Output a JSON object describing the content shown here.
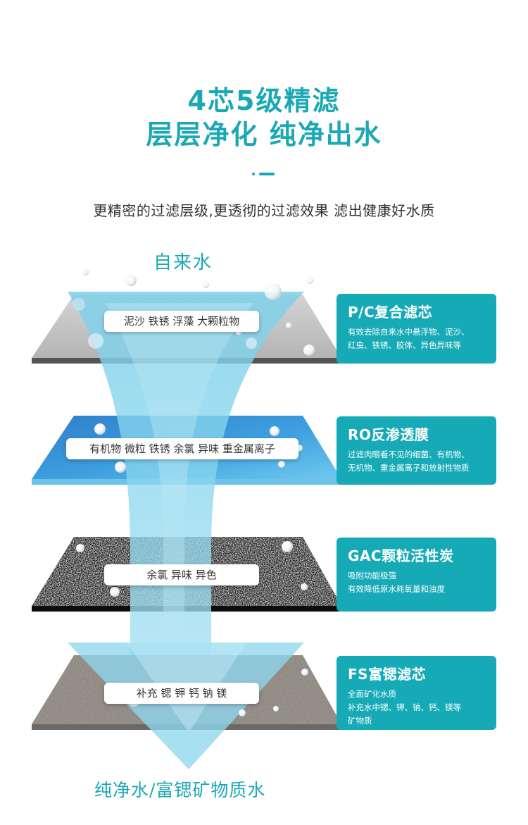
{
  "header": {
    "title_line1": "4芯5级精滤",
    "title_line2": "层层净化 纯净出水",
    "subtitle": "更精密的过滤层级,更透彻的过滤效果  滤出健康好水质"
  },
  "flow": {
    "input_label": "自来水",
    "output_label": "纯净水/富锶矿物质水"
  },
  "layers": [
    {
      "pill": "泥沙  铁锈  浮藻  大颗粒物",
      "card_title": "P/C复合滤芯",
      "card_lines": [
        "有效去除自来水中悬浮物、泥沙、",
        "红虫、铁锈、胶体、异色异味等"
      ]
    },
    {
      "pill": "有机物  微粒  铁锈  余氯  异味  重金属离子",
      "card_title": "RO反渗透膜",
      "card_lines": [
        "过滤肉眼看不见的细菌、有机物、",
        "无机物、重金属离子和放射性物质"
      ]
    },
    {
      "pill": "余氯  异味  异色",
      "card_title": "GAC颗粒活性炭",
      "card_lines": [
        "吸附功能极强",
        "有效降低原水耗氧量和浊度"
      ]
    },
    {
      "pill": "补充 锶 钾 钙 钠 镁",
      "card_title": "FS富锶滤芯",
      "card_lines": [
        "全面矿化水质",
        "补充水中锶、钾、钠、钙、镁等",
        "矿物质"
      ]
    }
  ],
  "colors": {
    "accent": "#1aa8b4",
    "card": "#16aab6",
    "water": "#7fd0ea"
  },
  "icons": [
    "water-bubble-icon",
    "down-arrow-icon"
  ]
}
